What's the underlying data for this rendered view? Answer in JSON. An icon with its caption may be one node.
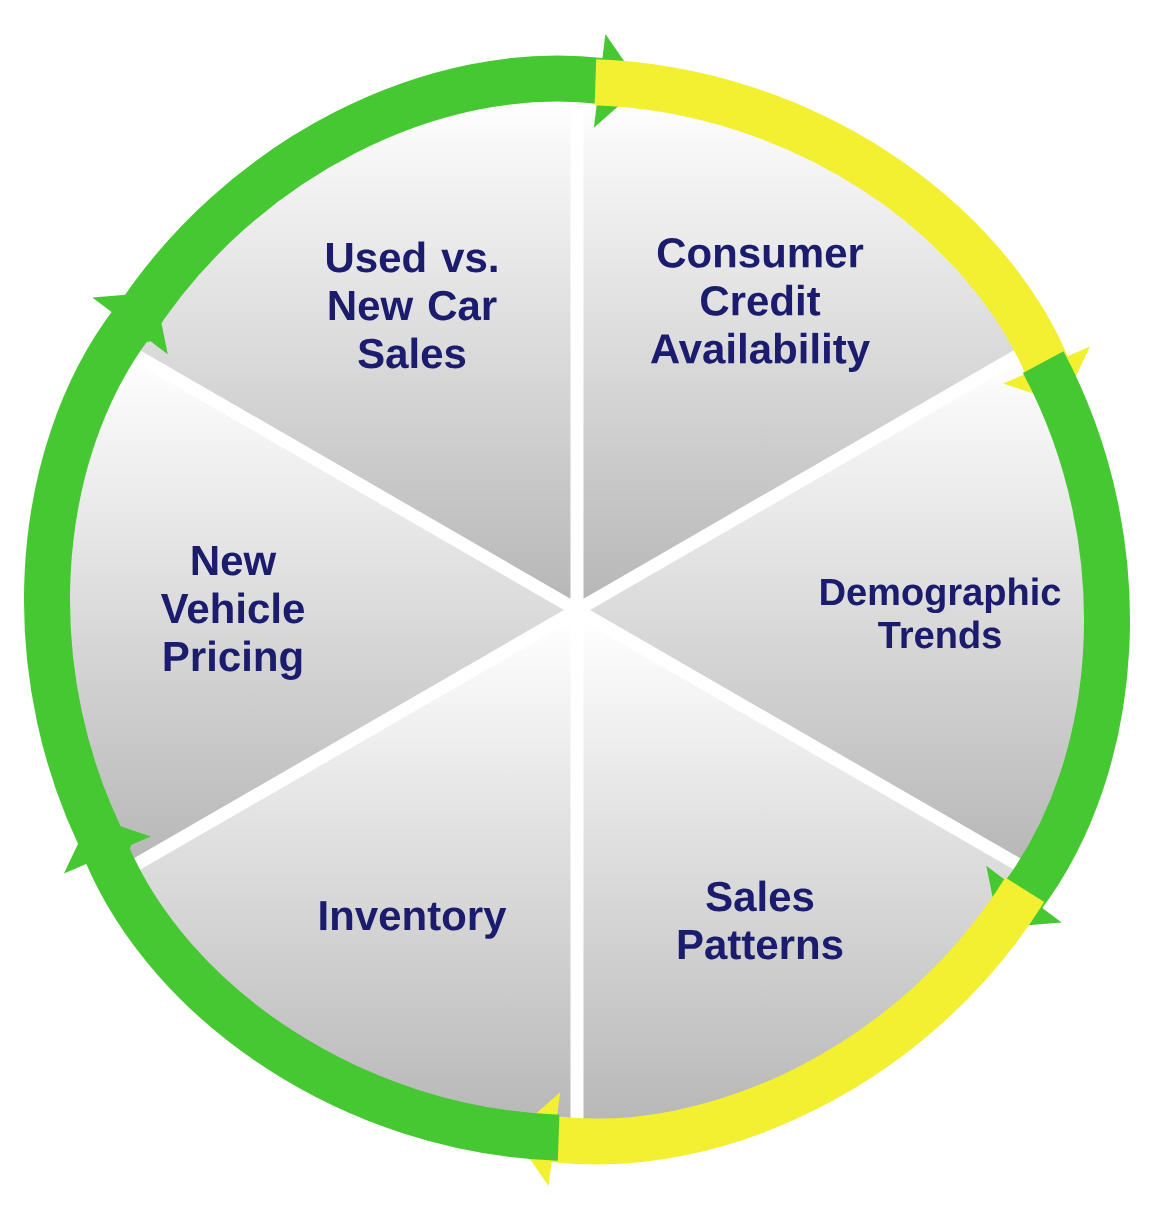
{
  "diagram": {
    "nodes": [
      {
        "text": [
          "Used vs. New Car Sales"
        ]
      },
      {
        "text": [
          "Consumer Credit Availability"
        ]
      },
      {
        "text": [
          "Demographic Trends"
        ]
      },
      {
        "text": [
          "Sales Patterns"
        ]
      },
      {
        "text": [
          "Inventory"
        ]
      },
      {
        "text": [
          "New Vehicle Pricing"
        ]
      }
    ],
    "edges": [
      {
        "from": 0,
        "to": 1,
        "arrow": "to"
      },
      {
        "from": 1,
        "to": 2,
        "arrow": "to",
        "color": "#f2f030"
      },
      {
        "from": 2,
        "to": 3,
        "arrow": "to"
      },
      {
        "from": 3,
        "to": 4,
        "arrow": "to",
        "color": "#f2f030"
      },
      {
        "from": 4,
        "to": 5,
        "arrow": "to"
      },
      {
        "from": 5,
        "to": 0,
        "arrow": "to"
      }
    ]
  }
}
